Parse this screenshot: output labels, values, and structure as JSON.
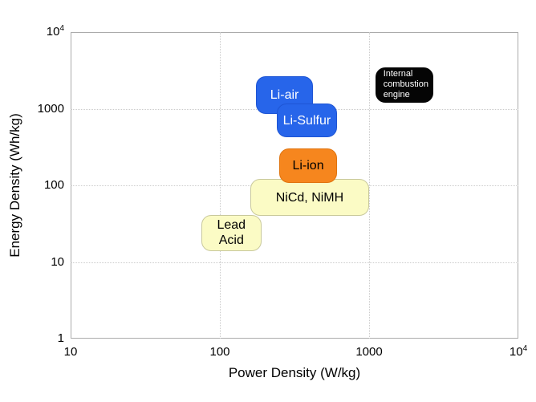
{
  "chart_data": {
    "type": "area",
    "subtype": "ragone-plot-regions",
    "title": "",
    "xlabel": "Power Density (W/kg)",
    "ylabel": "Energy Density (Wh/kg)",
    "x_scale": "log",
    "y_scale": "log",
    "xlim": [
      10,
      10000
    ],
    "ylim": [
      1,
      10000
    ],
    "grid": "dotted-decade-gridlines",
    "legend_position": "none",
    "x_gridlines": [
      100,
      1000
    ],
    "y_gridlines": [
      10,
      100,
      1000
    ],
    "x_ticks": [
      {
        "value": 10,
        "label": "10"
      },
      {
        "value": 100,
        "label": "100"
      },
      {
        "value": 1000,
        "label": "1000"
      },
      {
        "value": 10000,
        "label": "10",
        "sup": "4"
      }
    ],
    "y_ticks": [
      {
        "value": 1,
        "label": "1"
      },
      {
        "value": 10,
        "label": "10"
      },
      {
        "value": 100,
        "label": "100"
      },
      {
        "value": 1000,
        "label": "1000"
      },
      {
        "value": 10000,
        "label": "10",
        "sup": "4"
      }
    ],
    "grid_color": "#cbcbcb",
    "frame_color": "#ababab",
    "regions": [
      {
        "name": "nicd-nimh",
        "label": "NiCd, NiMH",
        "x_range_wkg": [
          160,
          1000
        ],
        "y_range_whkg": [
          40,
          120
        ],
        "fill": "#fbfbc5",
        "border": "#c9c99c",
        "text_color": "#000000",
        "font_size": 16,
        "align": "center"
      },
      {
        "name": "lead-acid",
        "label": "Lead\nAcid",
        "x_range_wkg": [
          75,
          190
        ],
        "y_range_whkg": [
          14,
          41
        ],
        "fill": "#fbfbc5",
        "border": "#c9c99c",
        "text_color": "#000000",
        "font_size": 16,
        "align": "center"
      },
      {
        "name": "li-air",
        "label": "Li-air",
        "x_range_wkg": [
          175,
          420
        ],
        "y_range_whkg": [
          850,
          2650
        ],
        "fill": "#2765ea",
        "border": "#1e55d4",
        "text_color": "#ffffff",
        "font_size": 16,
        "align": "center"
      },
      {
        "name": "li-sulfur",
        "label": "Li-Sulfur",
        "x_range_wkg": [
          240,
          610
        ],
        "y_range_whkg": [
          420,
          1170
        ],
        "fill": "#2765ea",
        "border": "#1e55d4",
        "text_color": "#ffffff",
        "font_size": 16,
        "align": "center"
      },
      {
        "name": "li-ion",
        "label": "Li-ion",
        "x_range_wkg": [
          250,
          610
        ],
        "y_range_whkg": [
          107,
          300
        ],
        "fill": "#f6861e",
        "border": "#e0740f",
        "text_color": "#000000",
        "font_size": 16,
        "align": "center"
      },
      {
        "name": "internal-combustion-engine",
        "label": "Internal\ncombustion\nengine",
        "x_range_wkg": [
          1100,
          2700
        ],
        "y_range_whkg": [
          1200,
          3500
        ],
        "fill": "#050505",
        "border": "#050505",
        "text_color": "#ffffff",
        "font_size": 11,
        "align": "left"
      }
    ]
  }
}
